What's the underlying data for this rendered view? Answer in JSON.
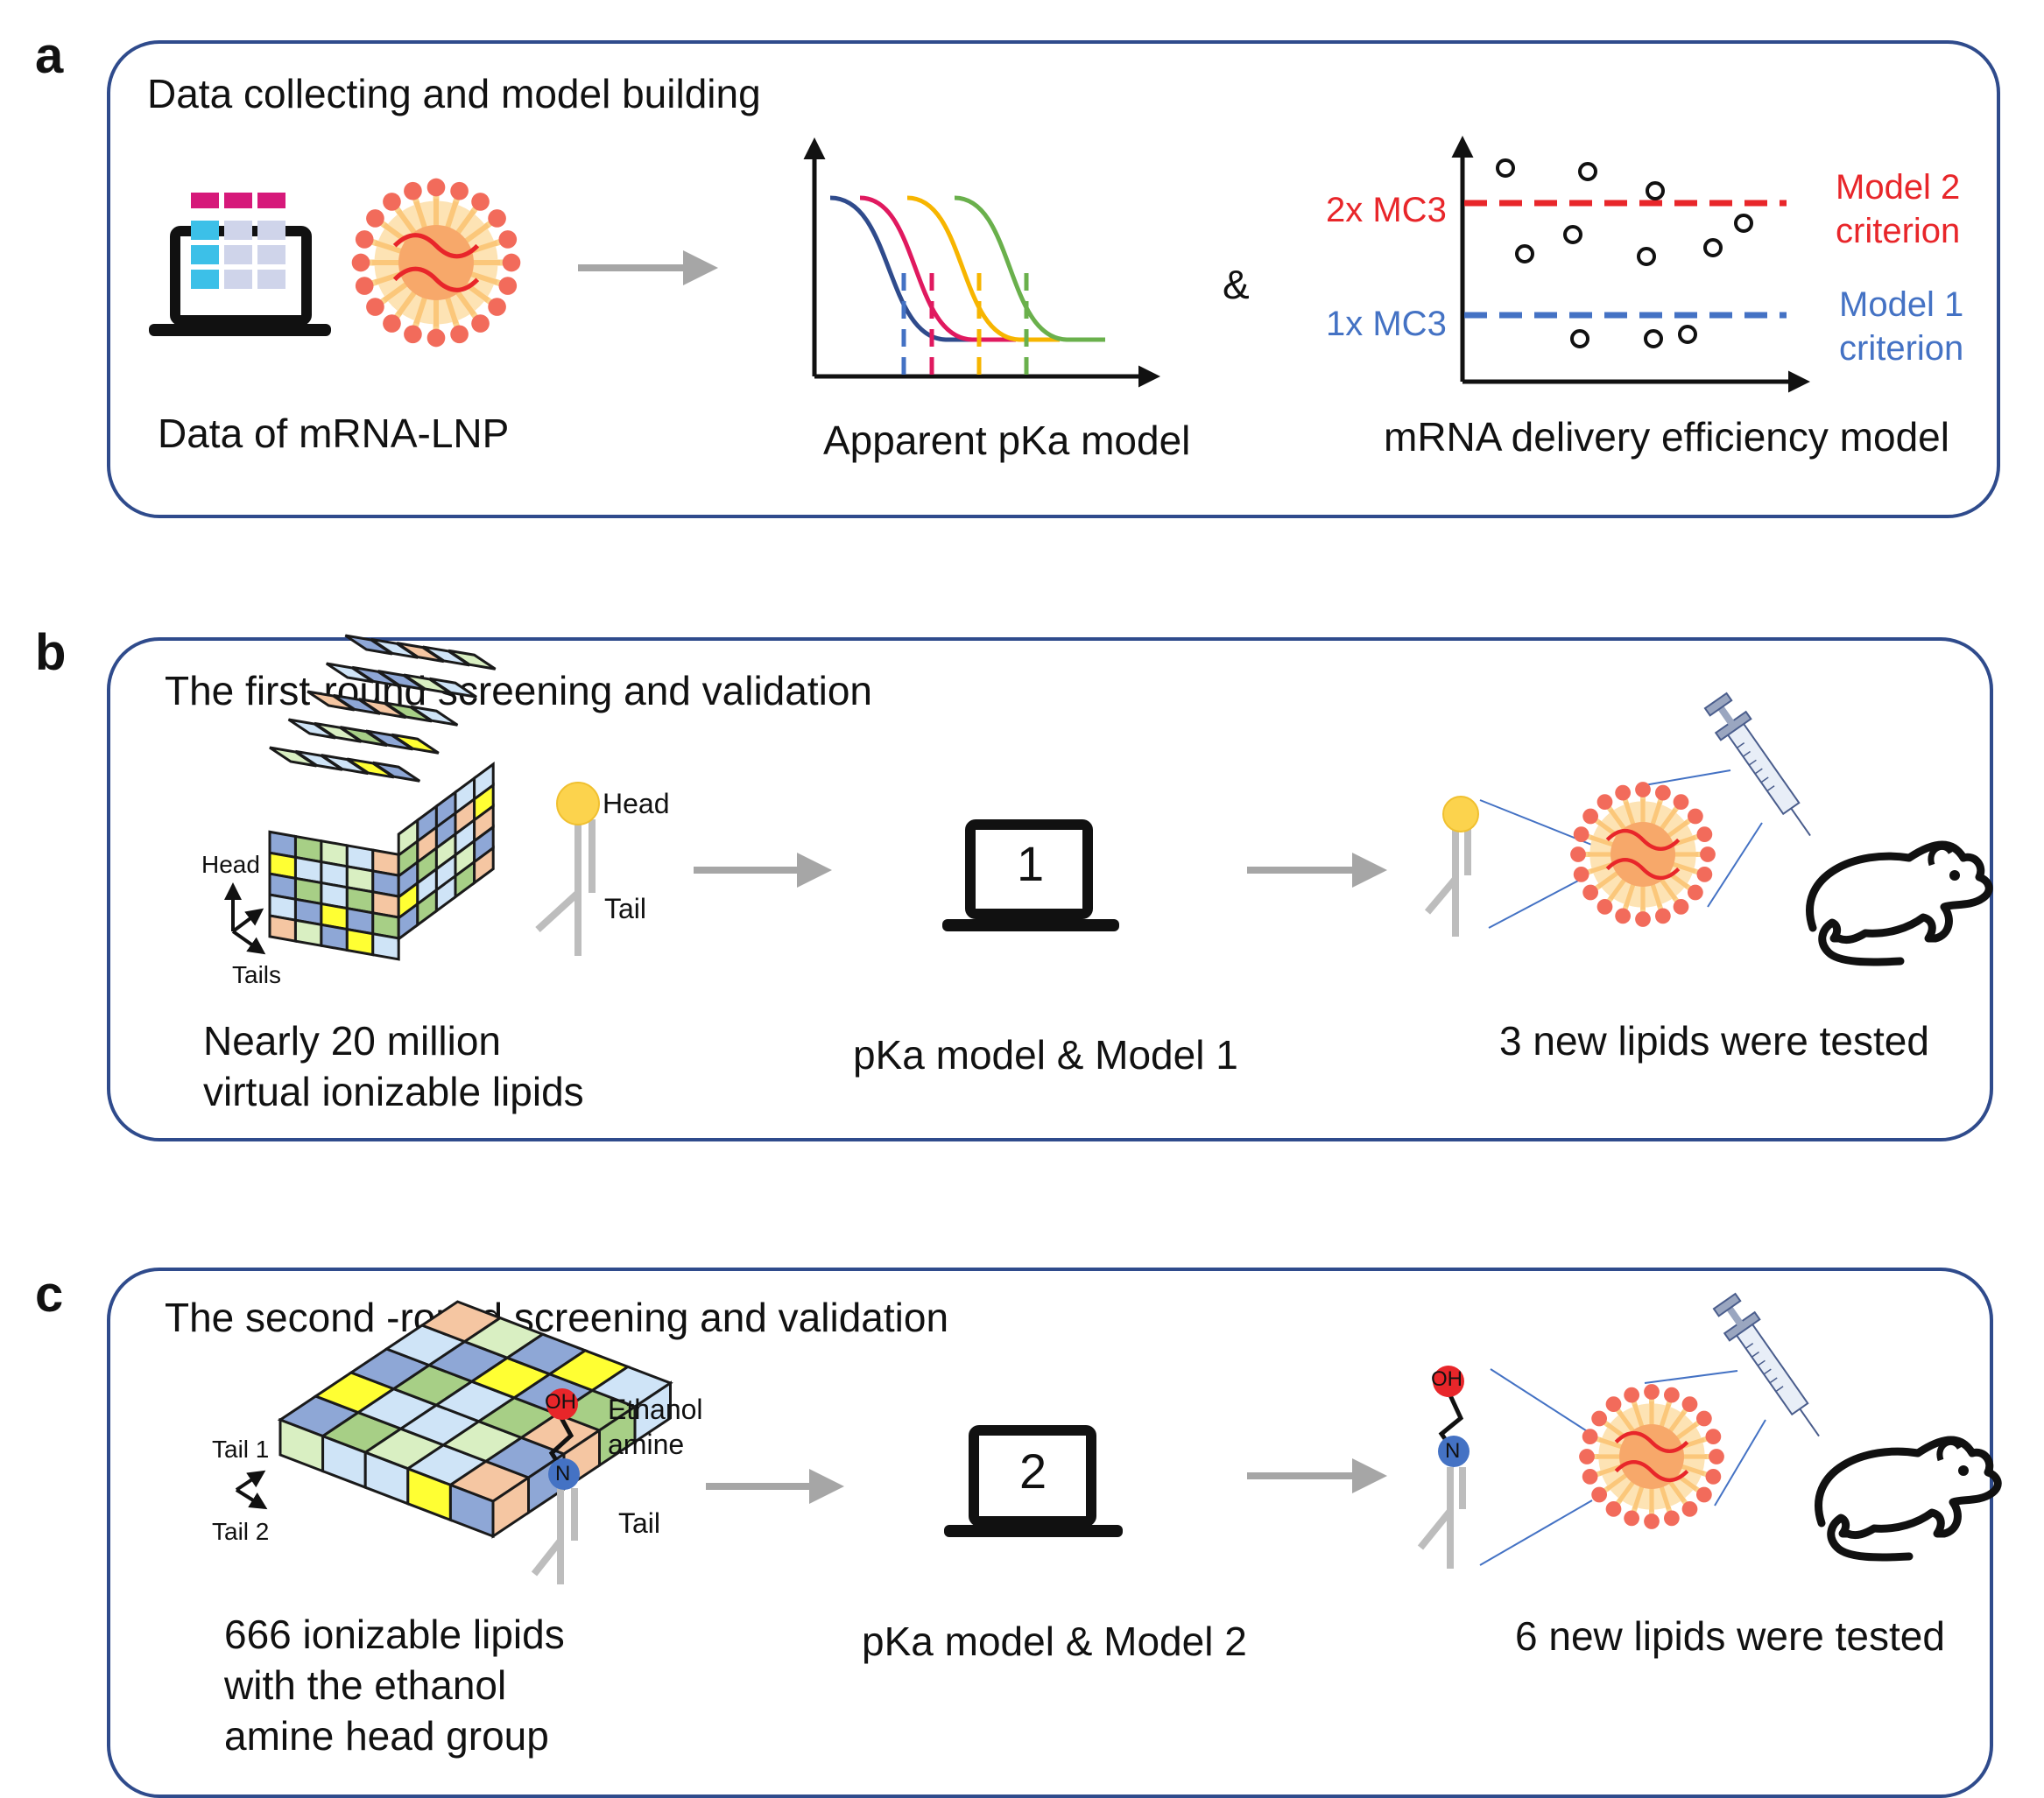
{
  "panel_a": {
    "letter": "a",
    "title": "Data collecting and model building",
    "data_label": "Data of mRNA-LNP",
    "pka_label": "Apparent pKa model",
    "amp": "&",
    "delivery_label": "mRNA delivery efficiency model",
    "line_2x": "2x MC3",
    "line_1x": "1x MC3",
    "model2_line1": "Model 2",
    "model2_line2": "criterion",
    "model1_line1": "Model 1",
    "model1_line2": "criterion"
  },
  "panel_b": {
    "letter": "b",
    "title": "The first-round screening and validation",
    "axis_head": "Head",
    "axis_tails": "Tails",
    "lipid_head": "Head",
    "lipid_tail": "Tail",
    "laptop_number": "1",
    "lib_line1": "Nearly 20 million",
    "lib_line2": "virtual ionizable lipids",
    "model_label": "pKa model & Model 1",
    "result_label": "3 new lipids were tested"
  },
  "panel_c": {
    "letter": "c",
    "title": "The second -round screening and validation",
    "axis_tail1": "Tail 1",
    "axis_tail2": "Tail 2",
    "oh": "OH",
    "n": "N",
    "ethanol_line1": "Ethanol",
    "ethanol_line2": "amine",
    "lipid_tail": "Tail",
    "laptop_number": "2",
    "lib_line1": "666 ionizable lipids",
    "lib_line2": "with  the ethanol",
    "lib_line3": "amine head group",
    "model_label": "pKa model & Model 2",
    "result_label": "6 new lipids were tested"
  },
  "colors": {
    "border": "#2f4b8c",
    "red": "#e8262a",
    "blue": "#4472c4",
    "curve_blue": "#2f4b8c",
    "curve_pink": "#e0195f",
    "curve_yellow": "#f7b500",
    "curve_green": "#6ab04c",
    "arrow_gray": "#a6a6a6"
  }
}
